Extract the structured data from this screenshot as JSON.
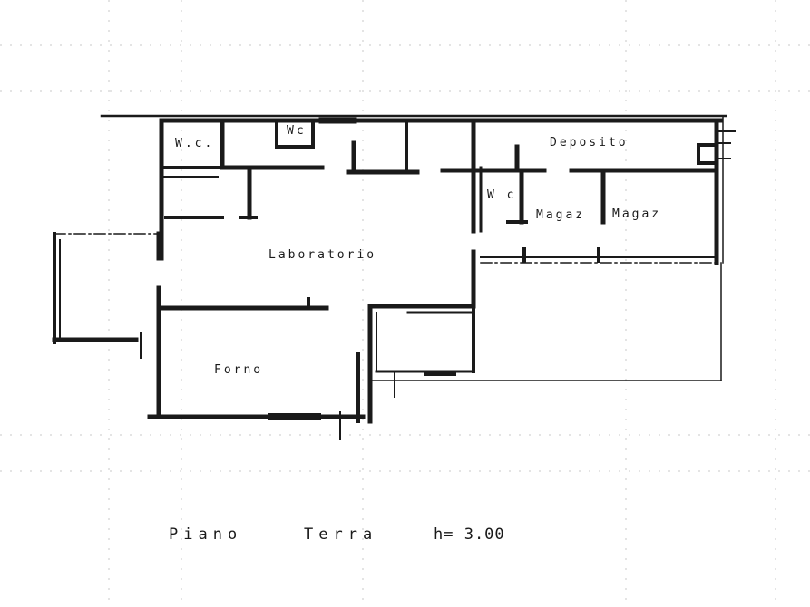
{
  "rooms": {
    "wc_1": "W.c.",
    "wc_2": "Wc",
    "deposito": "Deposito",
    "wc_3": "W c",
    "magaz_1": "Magaz",
    "magaz_2": "Magaz",
    "laboratorio": "Laboratorio",
    "forno": "Forno"
  },
  "caption": {
    "floor": "Piano",
    "level": "Terra",
    "height": "h= 3.00"
  },
  "colors": {
    "ink": "#1a1a1a",
    "grid": "#c8c8c8"
  }
}
